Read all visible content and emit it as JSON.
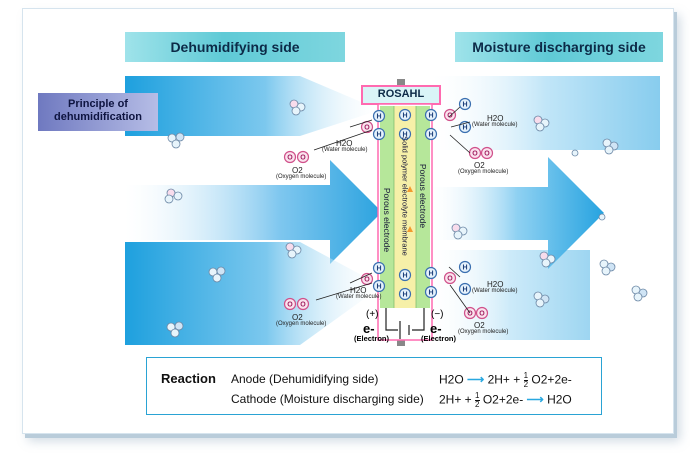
{
  "banners": {
    "left": "Dehumidifying side",
    "right": "Moisture discharging side"
  },
  "principle": {
    "line1": "Principle of",
    "line2": "dehumidification"
  },
  "device": {
    "title": "ROSAHL",
    "membrane": "Solid polymer electrolyte membrane",
    "left_electrode": "Porous electrode",
    "right_electrode": "Porous electrode"
  },
  "labels": {
    "h2o": "H2O",
    "water": "(Water molecule)",
    "o2": "O2",
    "oxygen": "(Oxygen molecule)",
    "h": "H",
    "o": "O",
    "plus": "(+)",
    "minus": "(−)",
    "e": "e-",
    "electron": "(Electron)"
  },
  "reaction": {
    "title": "Reaction",
    "anode_label": "Anode (Dehumidifying side)",
    "anode_lhs": "H2O",
    "anode_rhs_a": "2H+ +",
    "frac_num": "1",
    "frac_den": "2",
    "anode_rhs_b": "O2+2e-",
    "cathode_label": "Cathode (Moisture discharging side)",
    "cathode_lhs_a": "2H+ +",
    "cathode_lhs_b": "O2+2e-",
    "cathode_rhs": "H2O"
  },
  "colors": {
    "arrow": "#29a8e0",
    "banner": "#5fcad6",
    "accent": "#2aa3d4",
    "membrane": "#f6f0a8",
    "electrode": "#b6e79a",
    "frame": "#ff6ab0"
  }
}
